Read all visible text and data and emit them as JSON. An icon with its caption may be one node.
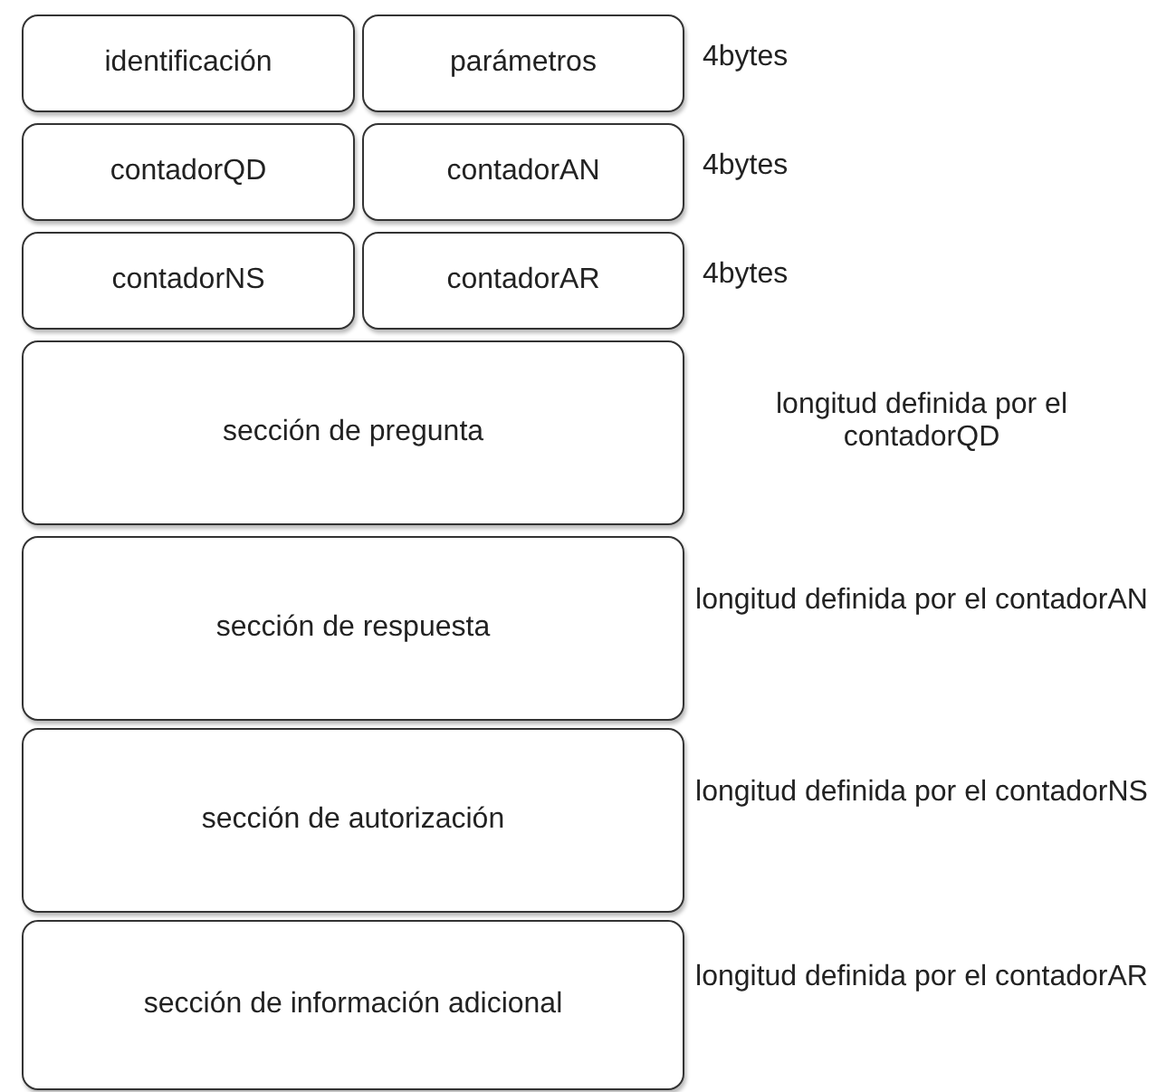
{
  "diagram": {
    "nodes": [
      {
        "text": [
          "identificación"
        ]
      },
      {
        "text": [
          "parámetros"
        ],
        "beside": [
          "4bytes"
        ]
      },
      {
        "text": [
          "contadorQD"
        ]
      },
      {
        "text": [
          "contadorAN"
        ],
        "beside": [
          "4bytes"
        ]
      },
      {
        "text": [
          "contadorNS"
        ]
      },
      {
        "text": [
          "contadorAR"
        ],
        "beside": [
          "4bytes"
        ]
      },
      {
        "text": [
          "sección de pregunta"
        ],
        "beside": [
          "longitud definida por el contadorQD"
        ]
      },
      {
        "text": [
          "sección de respuesta"
        ],
        "beside": [
          "longitud definida por el contadorAN"
        ]
      },
      {
        "text": [
          "sección de autorización"
        ],
        "beside": [
          "longitud definida por el contadorNS"
        ]
      },
      {
        "text": [
          "sección de información adicional"
        ],
        "beside": [
          "longitud definida por el contadorAR"
        ]
      }
    ]
  }
}
